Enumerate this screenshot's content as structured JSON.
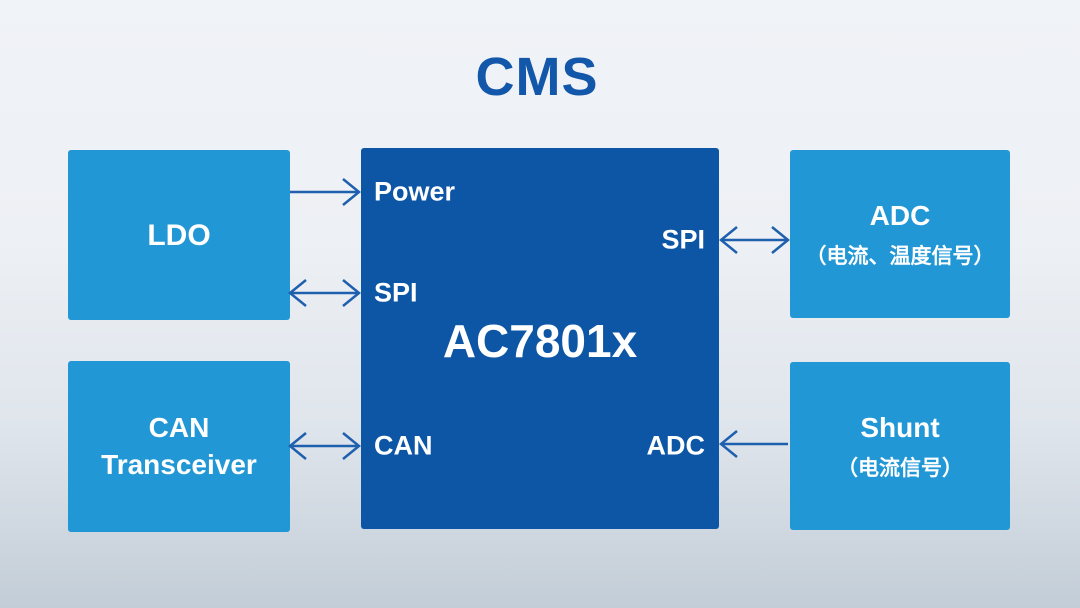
{
  "title": "CMS",
  "colors": {
    "background_top": "#f0f3f7",
    "background_bottom": "#c3cdd7",
    "block_light_blue": "#2297d6",
    "block_dark_blue": "#0d55a5",
    "title_text": "#1257a9",
    "block_text": "#ffffff",
    "arrow": "#1f60ae"
  },
  "chip": {
    "name": "AC7801x",
    "ports": {
      "left": [
        "Power",
        "SPI",
        "CAN"
      ],
      "right": [
        "SPI",
        "ADC"
      ]
    }
  },
  "blocks": {
    "ldo": {
      "label": "LDO"
    },
    "can_transceiver": {
      "label": "CAN Transceiver",
      "line1": "CAN",
      "line2": "Transceiver"
    },
    "adc": {
      "label": "ADC",
      "subtitle": "（电流、温度信号）"
    },
    "shunt": {
      "label": "Shunt",
      "subtitle": "（电流信号）"
    }
  },
  "connections": [
    {
      "id": "ldo-power",
      "from": "LDO",
      "to": "AC7801x Power",
      "bidirectional": false
    },
    {
      "id": "ldo-spi",
      "from": "LDO",
      "to": "AC7801x SPI",
      "bidirectional": true
    },
    {
      "id": "can-transceiver-can",
      "from": "CAN Transceiver",
      "to": "AC7801x CAN",
      "bidirectional": true
    },
    {
      "id": "adc-spi",
      "from": "ADC",
      "to": "AC7801x SPI",
      "bidirectional": true
    },
    {
      "id": "shunt-adc",
      "from": "Shunt",
      "to": "AC7801x ADC",
      "bidirectional": false
    }
  ]
}
